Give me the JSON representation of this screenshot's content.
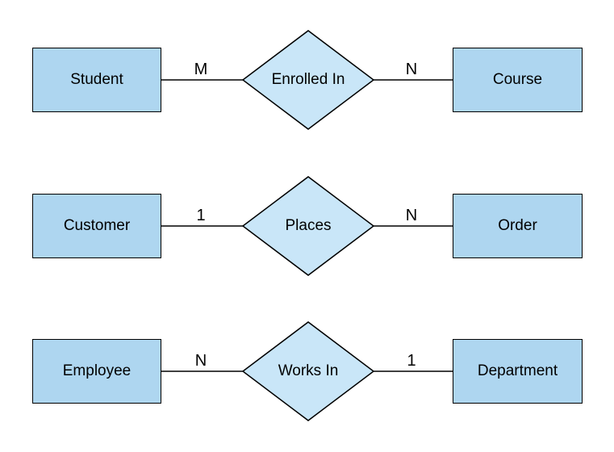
{
  "diagram": {
    "type": "er-diagram",
    "colors": {
      "entity_fill": "#AED6F0",
      "relationship_fill": "#C9E6F8",
      "stroke": "#000000",
      "background": "#FFFFFF",
      "text": "#000000"
    },
    "rows": [
      {
        "left_entity": "Student",
        "left_cardinality": "M",
        "relationship": "Enrolled In",
        "right_cardinality": "N",
        "right_entity": "Course"
      },
      {
        "left_entity": "Customer",
        "left_cardinality": "1",
        "relationship": "Places",
        "right_cardinality": "N",
        "right_entity": "Order"
      },
      {
        "left_entity": "Employee",
        "left_cardinality": "N",
        "relationship": "Works In",
        "right_cardinality": "1",
        "right_entity": "Department"
      }
    ]
  }
}
